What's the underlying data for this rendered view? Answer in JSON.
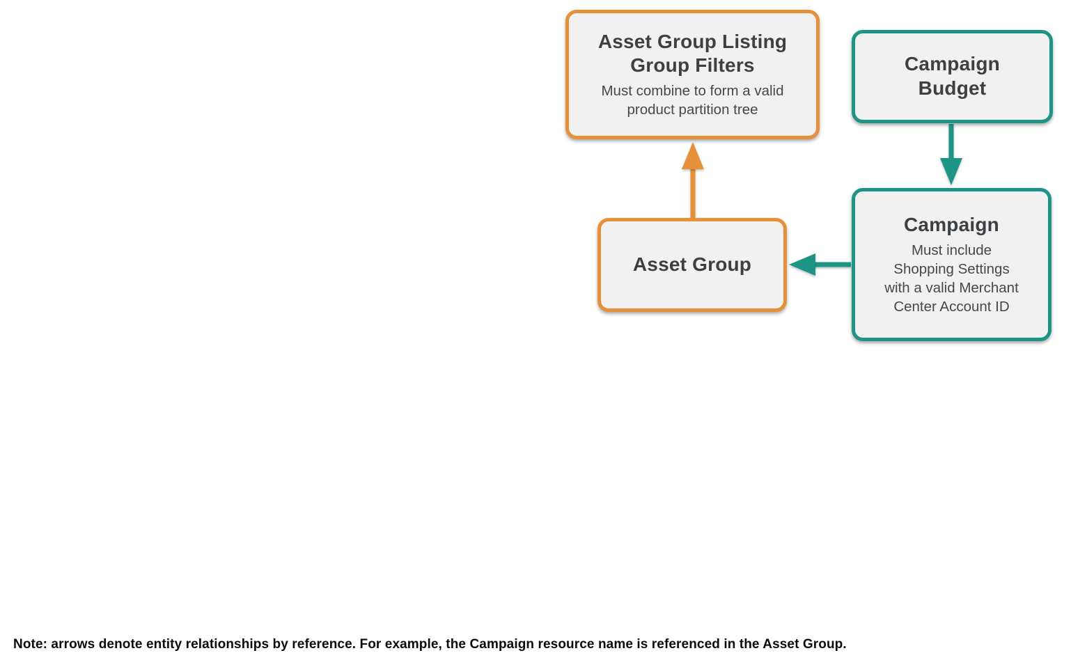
{
  "colors": {
    "orange": "#E6913A",
    "teal": "#1E9487",
    "box_fill": "#F1F1F2",
    "title_text": "#3C4043",
    "subtitle_text": "#44484C",
    "note_text": "#0B0B0B"
  },
  "nodes": {
    "listing_group_filters": {
      "title": "Asset Group Listing\nGroup Filters",
      "subtitle": "Must combine to form a valid\nproduct partition tree"
    },
    "campaign_budget": {
      "title": "Campaign\nBudget"
    },
    "asset_group": {
      "title": "Asset Group"
    },
    "campaign": {
      "title": "Campaign",
      "subtitle": "Must include\nShopping Settings\nwith a valid Merchant\nCenter Account ID"
    }
  },
  "edges": [
    {
      "from": "Asset Group",
      "to": "Asset Group Listing Group Filters",
      "color": "#E6913A"
    },
    {
      "from": "Campaign Budget",
      "to": "Campaign",
      "color": "#1E9487"
    },
    {
      "from": "Campaign",
      "to": "Asset Group",
      "color": "#1E9487"
    }
  ],
  "note": "Note: arrows denote entity relationships by reference. For example, the Campaign resource name is referenced in the Asset Group."
}
